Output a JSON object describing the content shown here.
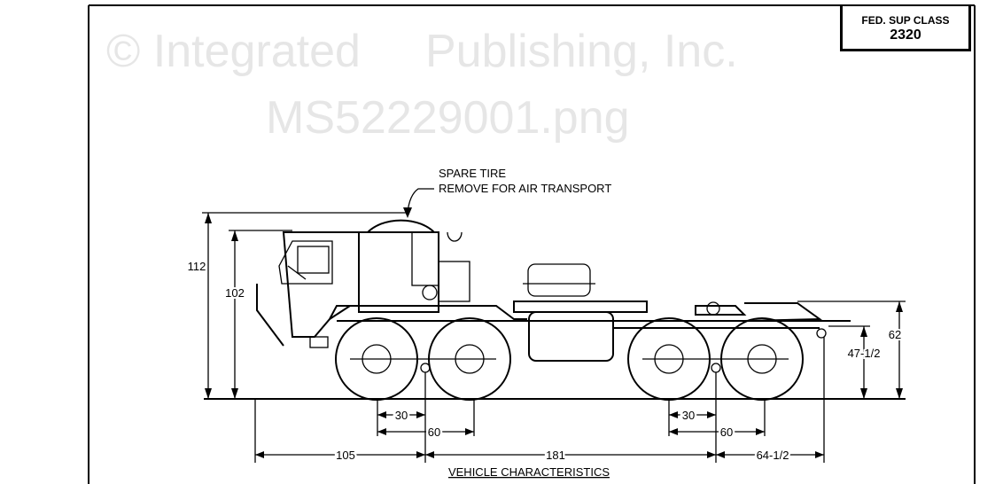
{
  "class_box": {
    "label": "FED. SUP CLASS",
    "value": "2320"
  },
  "watermark": {
    "line1": "© Integrated",
    "line2": "Publishing, Inc.",
    "line3": "MS52229001.png"
  },
  "callout": {
    "line1": "SPARE TIRE",
    "line2": "REMOVE FOR AIR TRANSPORT"
  },
  "dimensions": {
    "overall_height": "112",
    "cab_height": "102",
    "fifth_wheel_height": "62",
    "pintle_height": "47-1/2",
    "front_axle_half": "30",
    "front_tandem_spacing": "60",
    "rear_axle_half": "30",
    "rear_tandem_spacing": "60",
    "front_overhang": "105",
    "wheelbase": "181",
    "rear_overhang": "64-1/2"
  },
  "caption": "VEHICLE CHARACTERISTICS"
}
